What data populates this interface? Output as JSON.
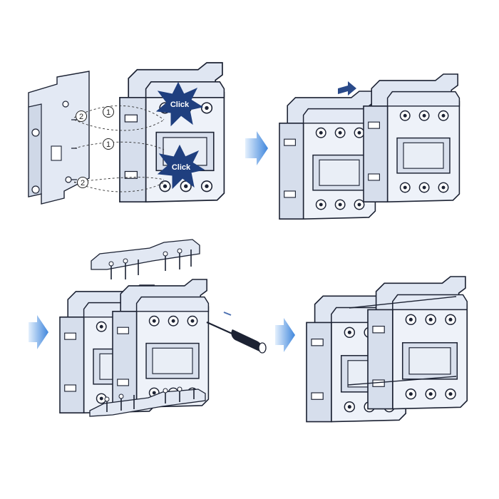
{
  "steps": [
    {
      "click_labels": [
        "Click",
        "Click"
      ],
      "callouts": [
        "2",
        "1",
        "1",
        "2"
      ]
    },
    {},
    {},
    {}
  ],
  "colors": {
    "body": "#e9eef7",
    "body_dark": "#c9d2e2",
    "line": "#1c2233",
    "star": "#1f3f7f",
    "arrow_light": "#cfe3fb",
    "arrow_dark": "#4a8fe0",
    "push_arrow": "#2a4a8a"
  },
  "icons": [
    "step-arrow-icon",
    "click-star-icon",
    "screwdriver-icon",
    "push-arrow-icon"
  ]
}
